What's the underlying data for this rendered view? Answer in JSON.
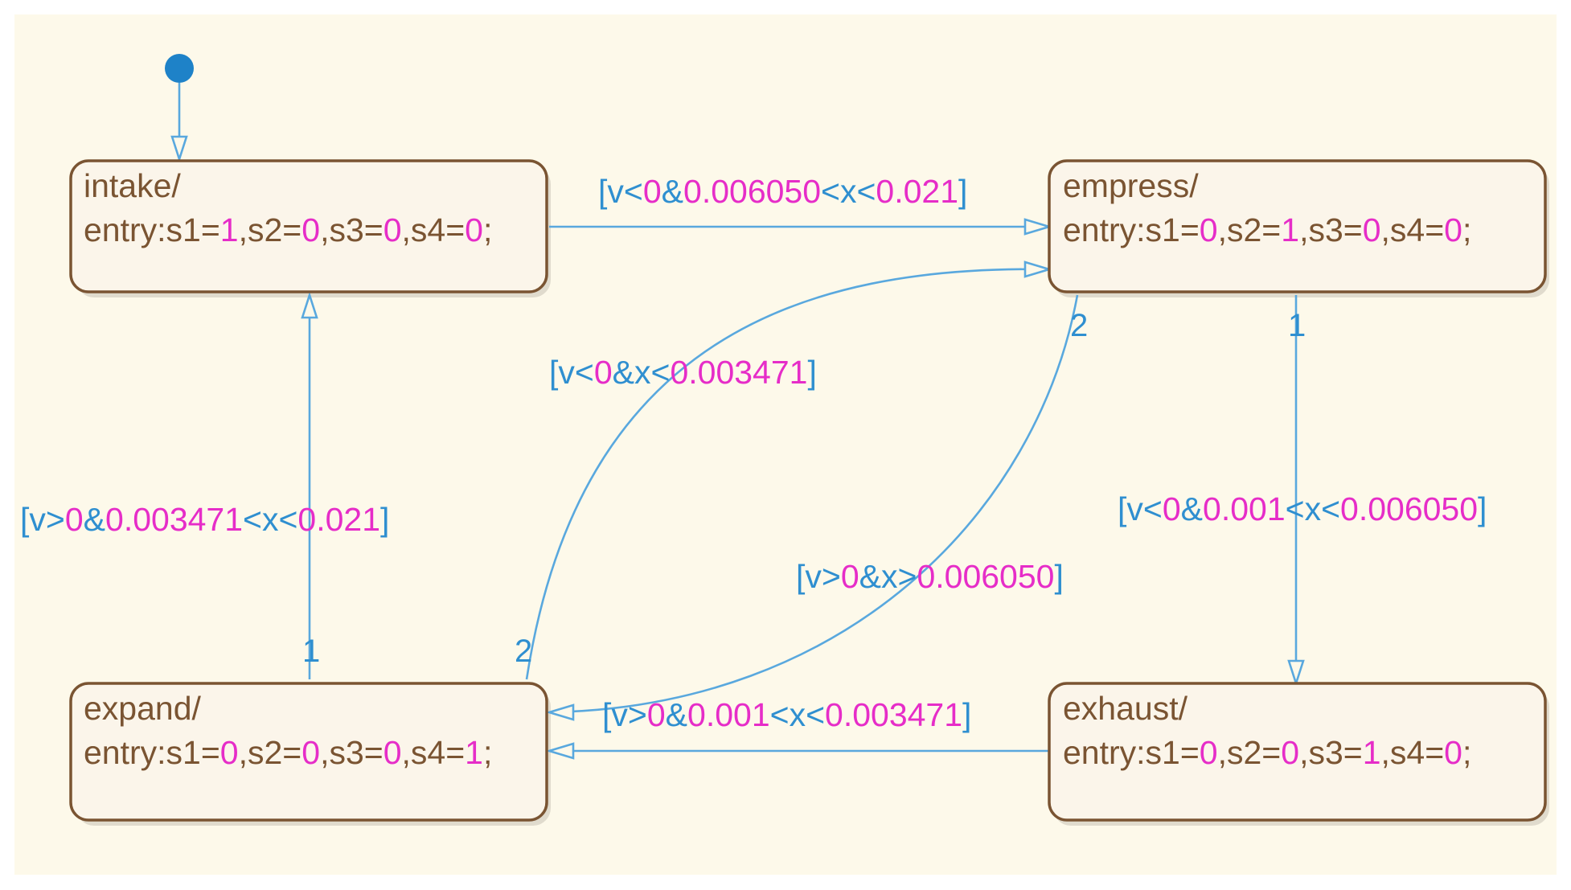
{
  "colors": {
    "background": "#fdf9ea",
    "state_fill": "#fbf5ea",
    "state_border": "#7a5432",
    "state_text": "#7a5432",
    "numeric_literal": "#e62dc8",
    "transition": "#59a8de",
    "transition_text": "#2f8fd0"
  },
  "states": {
    "intake": {
      "name": "intake/",
      "entry_label": "entry:",
      "entry": [
        [
          "s1=",
          "1"
        ],
        [
          ",s2=",
          "0"
        ],
        [
          ",s3=",
          "0"
        ],
        [
          ",s4=",
          "0"
        ]
      ],
      "end": ";"
    },
    "empress": {
      "name": "empress/",
      "entry_label": "entry:",
      "entry": [
        [
          "s1=",
          "0"
        ],
        [
          ",s2=",
          "1"
        ],
        [
          ",s3=",
          "0"
        ],
        [
          ",s4=",
          "0"
        ]
      ],
      "end": ";"
    },
    "expand": {
      "name": "expand/",
      "entry_label": "entry:",
      "entry": [
        [
          "s1=",
          "0"
        ],
        [
          ",s2=",
          "0"
        ],
        [
          ",s3=",
          "0"
        ],
        [
          ",s4=",
          "1"
        ]
      ],
      "end": ";"
    },
    "exhaust": {
      "name": "exhaust/",
      "entry_label": "entry:",
      "entry": [
        [
          "s1=",
          "0"
        ],
        [
          ",s2=",
          "0"
        ],
        [
          ",s3=",
          "1"
        ],
        [
          ",s4=",
          "0"
        ]
      ],
      "end": ";"
    }
  },
  "transitions": {
    "intake_to_empress": {
      "parts": [
        [
          "[v<",
          "t"
        ],
        [
          "0",
          "n"
        ],
        [
          "&",
          "t"
        ],
        [
          "0.006050",
          "n"
        ],
        [
          "<x<",
          "t"
        ],
        [
          "0.021",
          "n"
        ],
        [
          "]",
          "t"
        ]
      ]
    },
    "empress_to_exhaust": {
      "order": "1",
      "parts": [
        [
          "[v<",
          "t"
        ],
        [
          "0",
          "n"
        ],
        [
          "&",
          "t"
        ],
        [
          "0.001",
          "n"
        ],
        [
          "<x<",
          "t"
        ],
        [
          "0.006050",
          "n"
        ],
        [
          "]",
          "t"
        ]
      ]
    },
    "empress_to_expand": {
      "order": "2",
      "parts": [
        [
          "[v>",
          "t"
        ],
        [
          "0",
          "n"
        ],
        [
          "&x>",
          "t"
        ],
        [
          "0.006050",
          "n"
        ],
        [
          "]",
          "t"
        ]
      ]
    },
    "exhaust_to_expand": {
      "parts": [
        [
          "[v>",
          "t"
        ],
        [
          "0",
          "n"
        ],
        [
          "&",
          "t"
        ],
        [
          "0.001",
          "n"
        ],
        [
          "<x<",
          "t"
        ],
        [
          "0.003471",
          "n"
        ],
        [
          "]",
          "t"
        ]
      ]
    },
    "expand_to_intake": {
      "order": "1",
      "parts": [
        [
          "[v>",
          "t"
        ],
        [
          "0",
          "n"
        ],
        [
          "&",
          "t"
        ],
        [
          "0.003471",
          "n"
        ],
        [
          "<x<",
          "t"
        ],
        [
          "0.021",
          "n"
        ],
        [
          "]",
          "t"
        ]
      ]
    },
    "expand_to_empress": {
      "order": "2",
      "parts": [
        [
          "[v<",
          "t"
        ],
        [
          "0",
          "n"
        ],
        [
          "&x<",
          "t"
        ],
        [
          "0.003471",
          "n"
        ],
        [
          "]",
          "t"
        ]
      ]
    }
  }
}
